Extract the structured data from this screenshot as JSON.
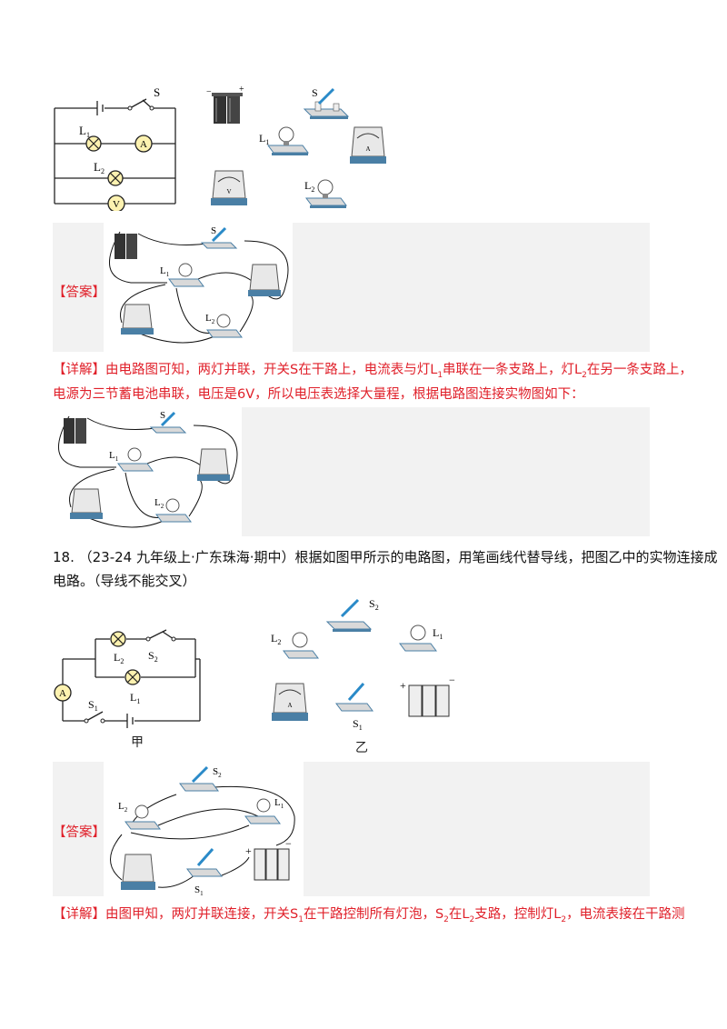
{
  "q17_schematic": {
    "switch": "S",
    "lamp1": "L",
    "lamp1_sub": "1",
    "lamp2": "L",
    "lamp2_sub": "2",
    "ammeter": "A",
    "voltmeter": "V"
  },
  "q17_components": {
    "battery_minus": "−",
    "battery_plus": "+",
    "switch": "S",
    "lamp1": "L",
    "lamp1_sub": "1",
    "lamp2": "L",
    "lamp2_sub": "2",
    "ammeter": "A",
    "voltmeter": "V"
  },
  "q17_answer": {
    "tag": "【答案】"
  },
  "q17_detail": {
    "tag": "【详解】",
    "line1_a": "由电路图可知，两灯并联，开关",
    "line1_s": "S",
    "line1_b": "在干路上，电流表与灯",
    "line1_l1": "L",
    "line1_l1_sub": "1",
    "line1_c": "串联在一条支路上，灯",
    "line1_l2": "L",
    "line1_l2_sub": "2",
    "line1_d": "在另一条支路上，",
    "line2_a": "电源为三节蓄电池串联，电压是",
    "line2_v": "6V",
    "line2_b": "，所以电压表选择大量程，根据电路图连接实物图如下："
  },
  "q18": {
    "number": "18.",
    "source": "（23-24 九年级上·广东珠海·期中）",
    "text1": "根据如图甲所示的电路图，用笔画线代替导线，把图乙中的实物连接成",
    "text2": "电路。（导线不能交叉）",
    "fig_jia": "甲",
    "fig_yi": "乙"
  },
  "q18_schematic": {
    "lamp1": "L",
    "lamp1_sub": "1",
    "lamp2": "L",
    "lamp2_sub": "2",
    "s1": "S",
    "s1_sub": "1",
    "s2": "S",
    "s2_sub": "2",
    "ammeter": "A"
  },
  "q18_answer": {
    "tag": "【答案】"
  },
  "q18_detail": {
    "tag": "【详解】",
    "text_a": "由图甲知，两灯并联连接，开关",
    "s1": "S",
    "s1_sub": "1",
    "text_b": "在干路控制所有灯泡，",
    "s2": "S",
    "s2_sub": "2",
    "text_c": "在",
    "l2": "L",
    "l2_sub": "2",
    "text_d": "支路，控制灯",
    "l2b": "L",
    "l2b_sub": "2",
    "text_e": "，电流表接在干路测"
  }
}
